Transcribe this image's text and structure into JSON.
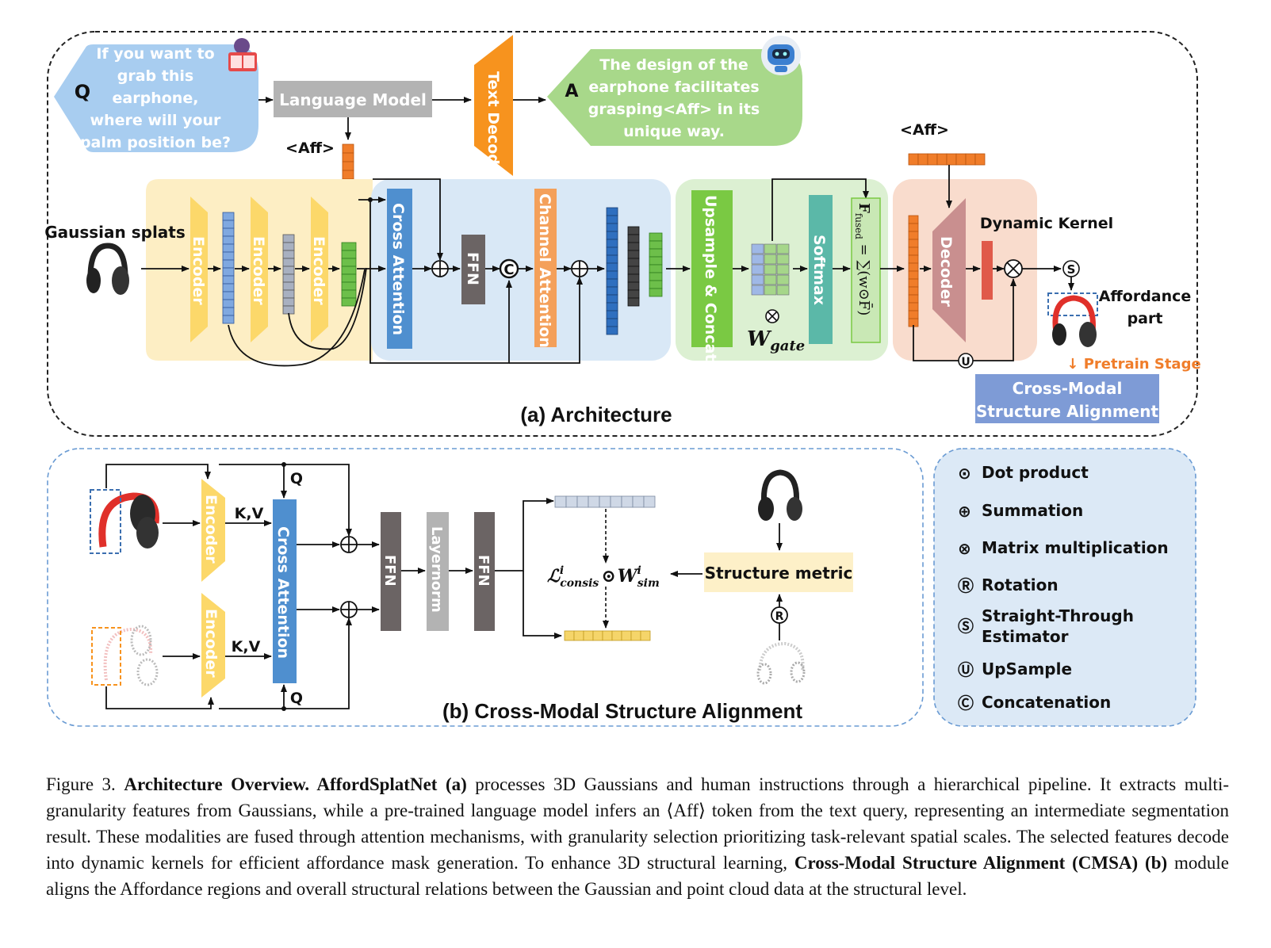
{
  "part_a": {
    "title": "(a)  Architecture",
    "question_tag": "Q",
    "question": [
      "If you want to",
      "grab this",
      "earphone,",
      "where will your",
      "palm position be?"
    ],
    "language_model": "Language Model",
    "text_decode": "Text Decode",
    "answer_tag": "A",
    "answer": [
      "The design of the",
      "earphone facilitates",
      "grasping<Aff> in its",
      "unique way."
    ],
    "aff_token_1": "<Aff>",
    "aff_token_2": "<Aff>",
    "gaussian_label": "Gaussian splats",
    "encoder": "Encoder",
    "cross_attention": "Cross Attention",
    "ffn": "FFN",
    "channel_attention": "Channel Attention",
    "upsample_concat": "Upsample & Concat",
    "softmax": "Softmax",
    "w_gate": "W",
    "w_gate_sub": "gate",
    "f_fused": "F",
    "f_fused_sub": "fused",
    "f_fused_expr": " = ∑(w⊙F̄)",
    "decoder": "Decoder",
    "dynamic_kernel": "Dynamic Kernel",
    "affordance_part": [
      "Affordance",
      "part"
    ],
    "pretrain_stage": "↓ Pretrain Stage",
    "cmsa_box": [
      "Cross-Modal",
      "Structure Alignment"
    ]
  },
  "part_b": {
    "title": "(b)  Cross-Modal Structure Alignment",
    "encoder": "Encoder",
    "kv": "K,V",
    "q": "Q",
    "cross_attention": "Cross Attention",
    "ffn": "FFN",
    "layernorm": "Layernorm",
    "loss_main": "ℒ",
    "loss_sup": "i",
    "loss_sub": "consis",
    "dot": "⊙",
    "w_main": "W",
    "w_sup": "i",
    "w_sub": "sim",
    "structure_metric": "Structure metric"
  },
  "legend": [
    {
      "symbol": "⊙",
      "label": "Dot product"
    },
    {
      "symbol": "⊕",
      "label": "Summation"
    },
    {
      "symbol": "⊗",
      "label": "Matrix multiplication"
    },
    {
      "symbol": "Ⓡ",
      "label": "Rotation"
    },
    {
      "symbol": "Ⓢ",
      "label": "Straight-Through Estimator"
    },
    {
      "symbol": "Ⓤ",
      "label": "UpSample"
    },
    {
      "symbol": "Ⓒ",
      "label": "Concatenation"
    }
  ],
  "caption": {
    "figure": "Figure 3. ",
    "bold_title": "Architecture Overview. AffordSplatNet (a)",
    "text_1": " processes 3D Gaussians and human instructions through a hierarchical pipeline. It extracts multi-granularity features from Gaussians, while a pre-trained language model infers an ⟨Aff⟩ token from the text query, representing an intermediate segmentation result. These modalities are fused through attention mechanisms, with granularity selection prioritizing task-relevant spatial scales. The selected features decode into dynamic kernels for efficient affordance mask generation. To enhance 3D structural learning, ",
    "bold_cmsa": "Cross-Modal Structure Alignment (CMSA) (b)",
    "text_2": " module aligns the Affordance regions and overall structural relations between the Gaussian and point cloud data at the structural level."
  },
  "colors": {
    "encoder": "#fcd86a",
    "cross_attention": "#4f8fcf",
    "ffn": "#6b6464",
    "channel_attention": "#f4a05a",
    "upsample": "#7ac943",
    "softmax": "#5bb8a8",
    "decoder": "#c98f8f",
    "text_decode": "#f7931e",
    "question_bg": "#a8cdf0",
    "answer_bg": "#a8d88a",
    "aff_token": "#f07d2a"
  }
}
